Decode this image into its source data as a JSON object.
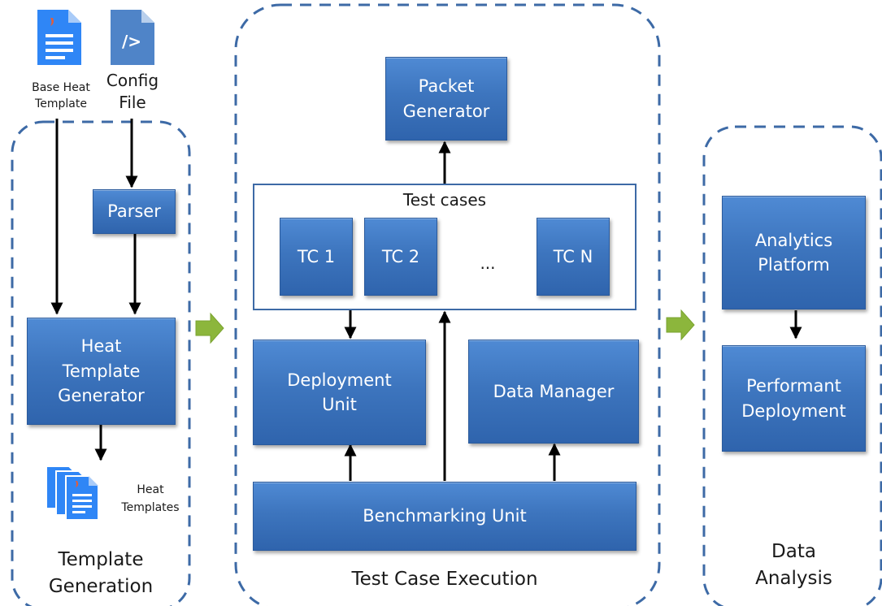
{
  "inputs": {
    "base_heat_template": "Base Heat\nTemplate",
    "config_file": "Config\nFile",
    "config_icon_glyph": "/>"
  },
  "template_generation": {
    "title": "Template\nGeneration",
    "parser": "Parser",
    "heat_template_generator": "Heat\nTemplate\nGenerator",
    "heat_templates_output": "Heat\nTemplates"
  },
  "test_case_execution": {
    "title": "Test Case Execution",
    "packet_generator": "Packet\nGenerator",
    "test_cases_label": "Test cases",
    "test_cases": [
      "TC 1",
      "TC 2",
      "TC N"
    ],
    "ellipsis": "...",
    "deployment_unit": "Deployment\nUnit",
    "data_manager": "Data Manager",
    "benchmarking_unit": "Benchmarking Unit"
  },
  "data_analysis": {
    "title": "Data\nAnalysis",
    "analytics_platform": "Analytics\nPlatform",
    "performant_deployment": "Performant\nDeployment"
  },
  "colors": {
    "box_fill": "#3d75be",
    "panel_border": "#3d6aa6",
    "flow_arrow": "#8cb63c",
    "doc_icon": "#2f86f6"
  }
}
